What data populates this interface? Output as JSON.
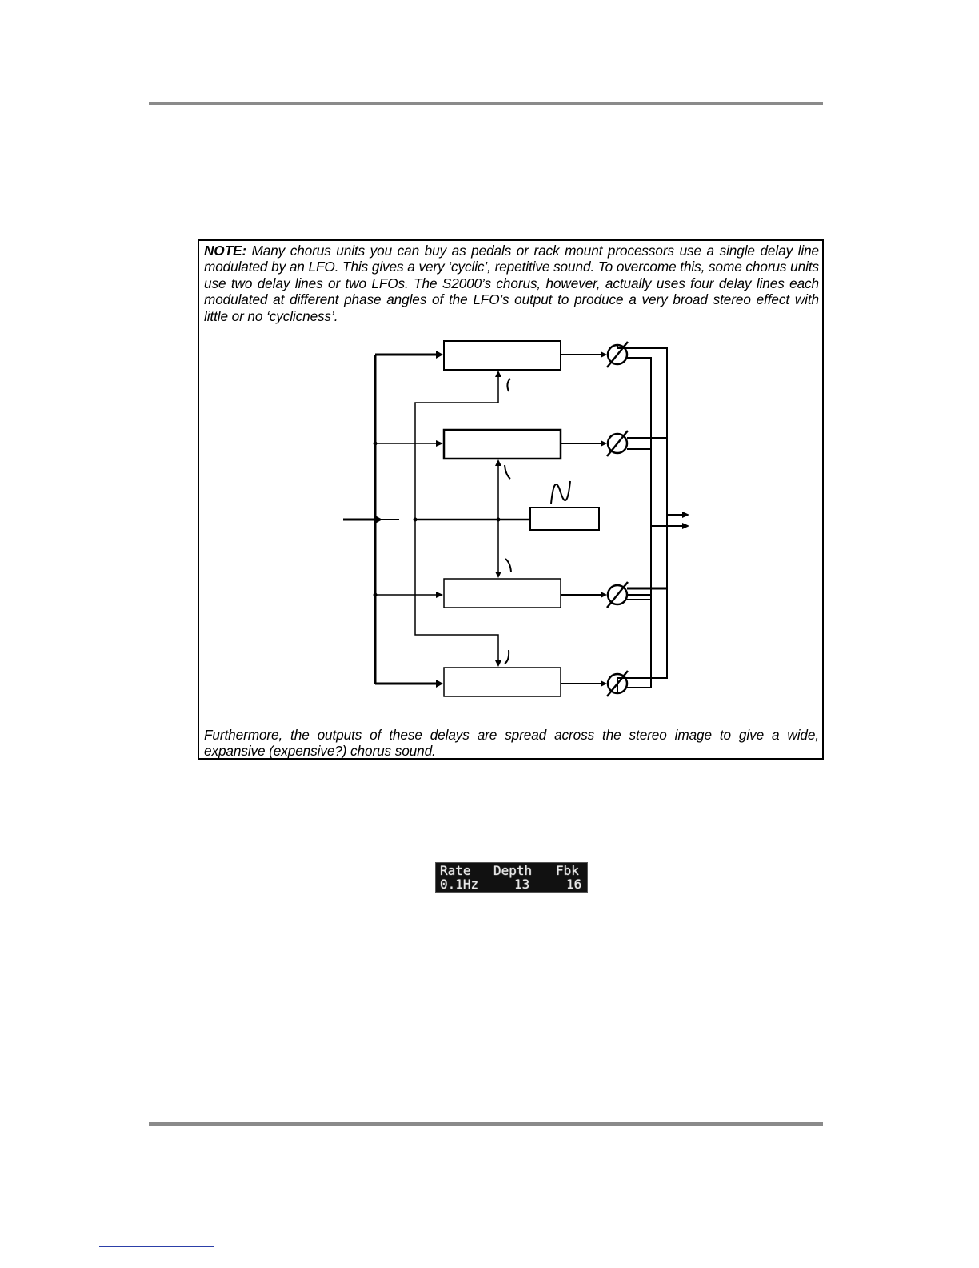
{
  "note": {
    "label": "NOTE:",
    "intro": " Many chorus units you can buy as pedals or rack mount processors use a single delay line modulated by an LFO. This gives a very ‘cyclic’, repetitive sound. To overcome this, some chorus units use two delay lines or two LFOs. The S2000’s chorus, however, actually uses four delay lines each modulated at different phase angles of the LFO’s output to produce a very broad stereo effect with little or no ‘cyclicness’.",
    "outro": "Furthermore, the outputs of these delays are spread across the stereo image to give a wide, expansive (expensive?) chorus sound."
  },
  "lcd": {
    "row1": {
      "rate_label": "Rate",
      "depth_label": "Depth",
      "fbk_label": "Fbk"
    },
    "row2": {
      "rate_value": "0.1Hz",
      "depth_value": "13",
      "fbk_value": "16"
    }
  },
  "colors": {
    "rule": "#8a8a8a",
    "lcd_background": "#111111",
    "link_underline": "#2c3fa8"
  }
}
